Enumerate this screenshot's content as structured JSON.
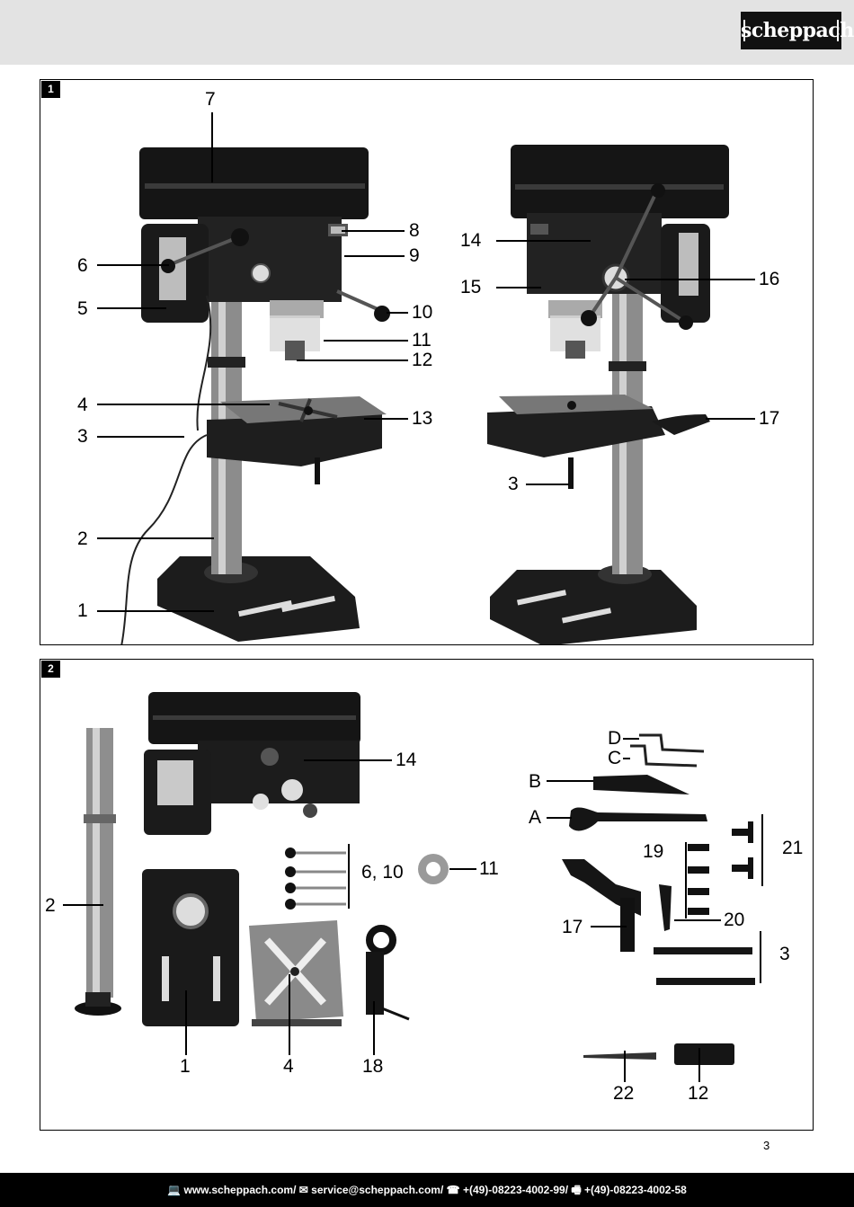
{
  "header": {
    "brand": "scheppach"
  },
  "figure1": {
    "number": "1",
    "labels": {
      "l1": "1",
      "l2": "2",
      "l3": "3",
      "l4": "4",
      "l5": "5",
      "l6": "6",
      "l7": "7",
      "l8": "8",
      "l9": "9",
      "l10": "10",
      "l11": "11",
      "l12": "12",
      "l13": "13",
      "l14": "14",
      "l15": "15",
      "l16": "16",
      "l17": "17",
      "l3b": "3"
    }
  },
  "figure2": {
    "number": "2",
    "labels": {
      "l14": "14",
      "l610": "6, 10",
      "l11": "11",
      "l2": "2",
      "l1": "1",
      "l4": "4",
      "l18": "18",
      "lD": "D",
      "lC": "C",
      "lB": "B",
      "lA": "A",
      "l19": "19",
      "l21": "21",
      "l17": "17",
      "l20": "20",
      "l3": "3",
      "l22": "22",
      "l12": "12"
    }
  },
  "page_number": "3",
  "footer": {
    "website_icon": "computer-icon",
    "website": "www.scheppach.com",
    "email_icon": "mail-icon",
    "email": "service@scheppach.com",
    "phone_icon": "phone-icon",
    "phone": "+(49)-08223-4002-99",
    "fax_icon": "fax-icon",
    "fax": "+(49)-08223-4002-58",
    "separator": " / "
  }
}
